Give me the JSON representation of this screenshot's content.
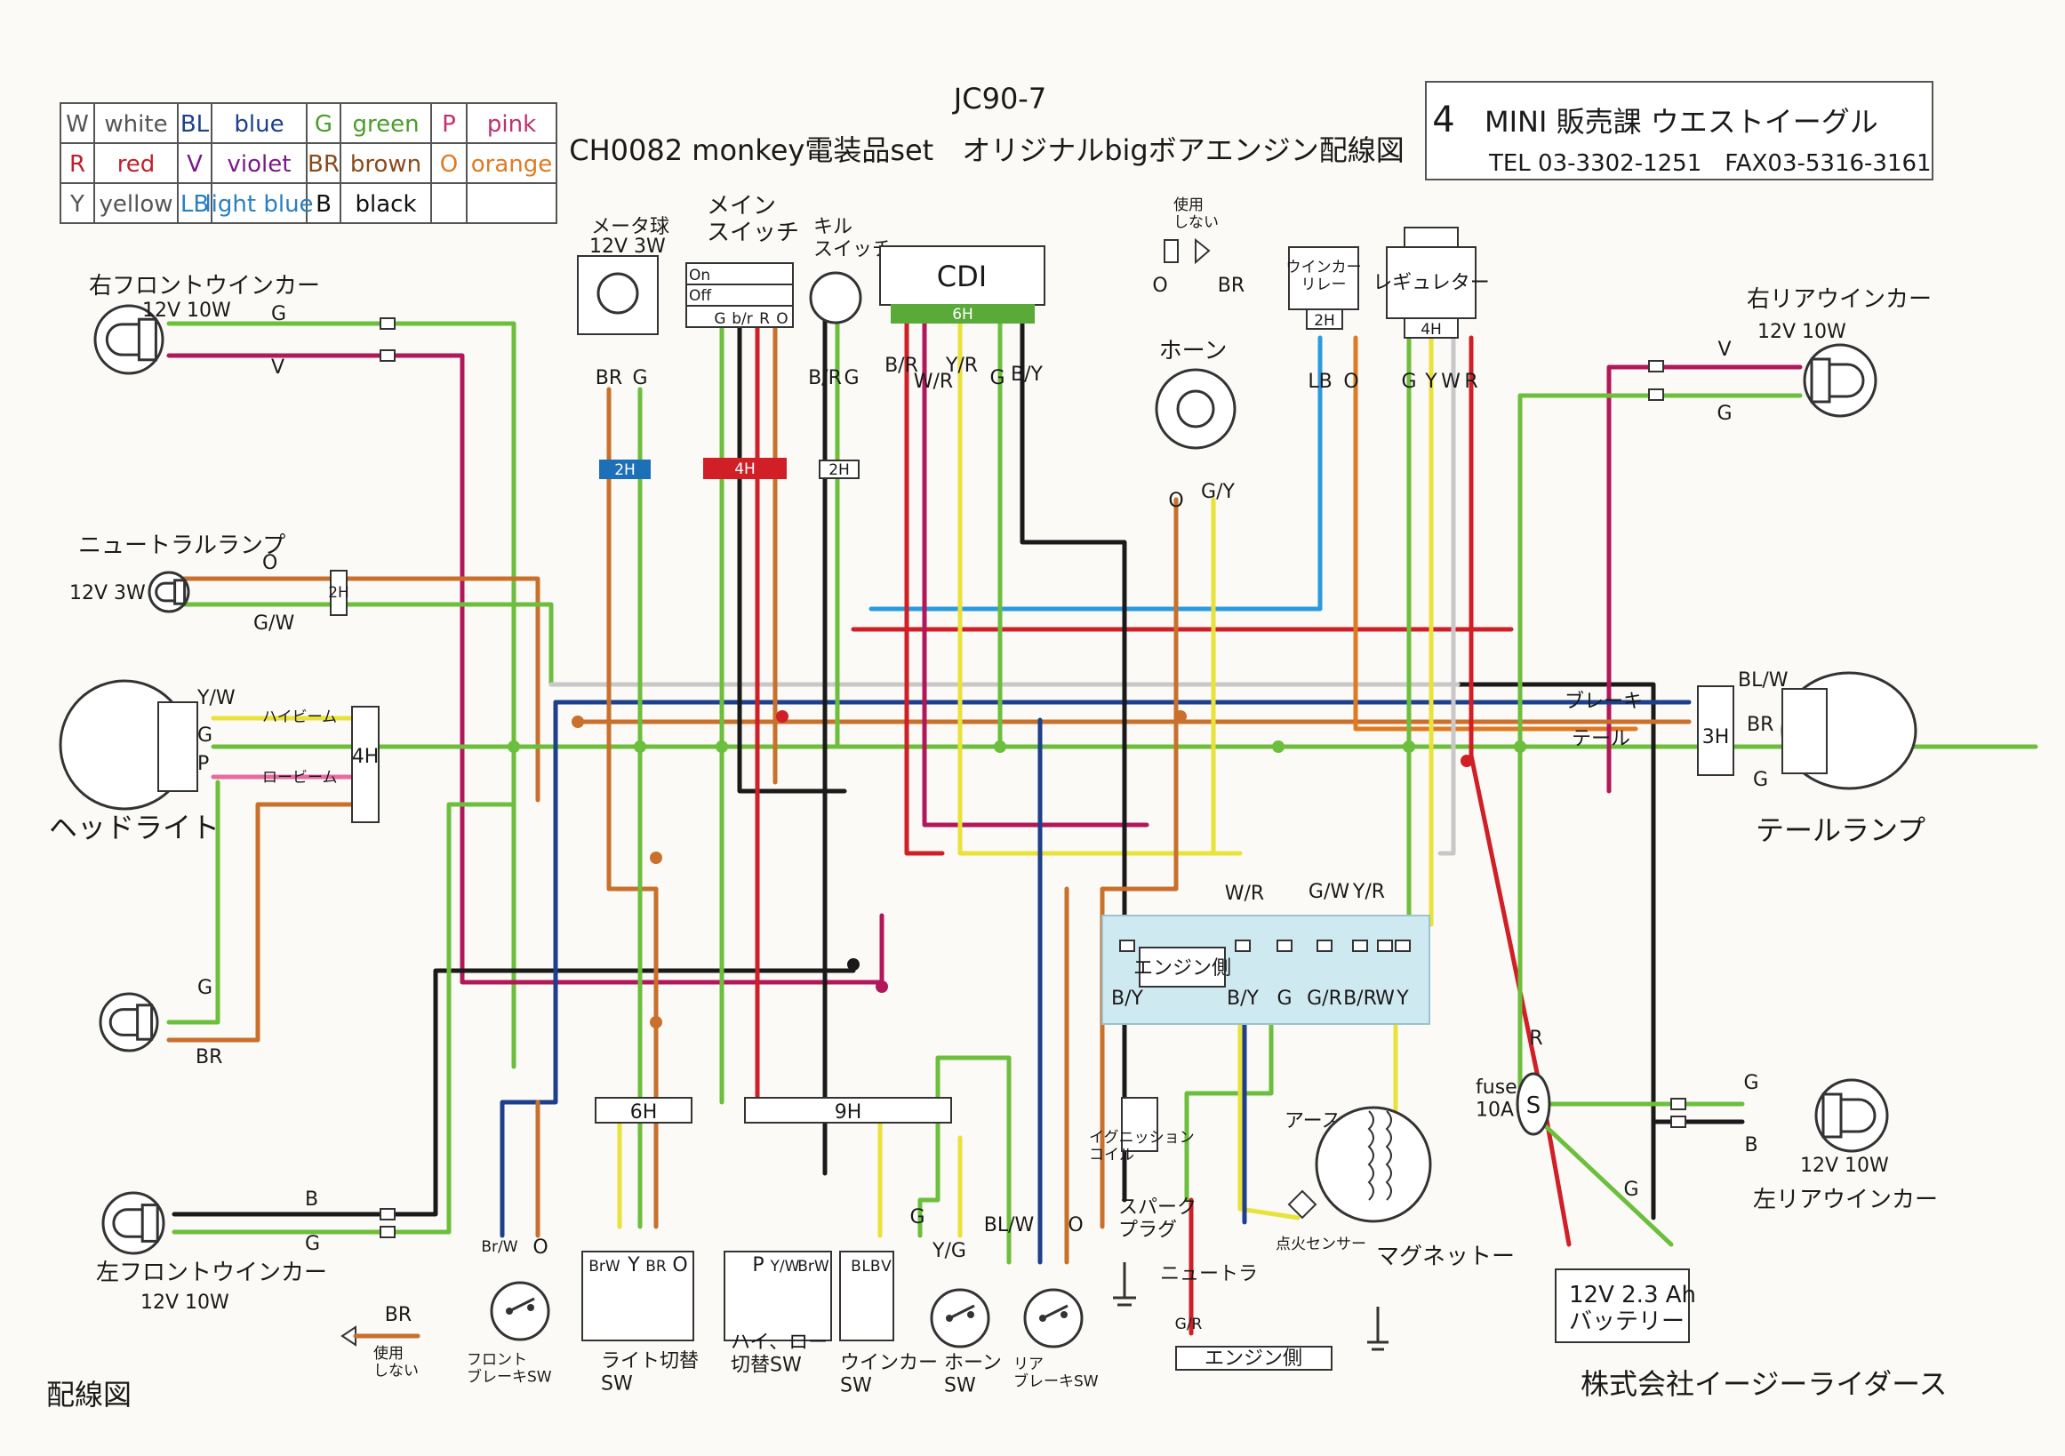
{
  "colors": {
    "green": "#6cbf3c",
    "red": "#d01f26",
    "violet": "#b0185a",
    "brown": "#c8702c",
    "orange": "#e07a22",
    "blue": "#1d3f8c",
    "light_blue": "#2b9be0",
    "black": "#1a1a1a",
    "yellow": "#e8e23a",
    "pink": "#e86aa0",
    "white": "#c8c8c8",
    "engine_panel": "#cfe9f0"
  },
  "header": {
    "model": "JC90-7",
    "title": "CH0082 monkey電装品set　オリジナルbigボアエンジン配線図",
    "company_num": "4",
    "company": "MINI 販売課 ウエストイーグル",
    "contact": "TEL 03-3302-1251　FAX03-5316-3161"
  },
  "legend": [
    [
      "W",
      "white",
      "BL",
      "blue",
      "G",
      "green",
      "P",
      "pink"
    ],
    [
      "R",
      "red",
      "V",
      "violet",
      "BR",
      "brown",
      "O",
      "orange"
    ],
    [
      "Y",
      "yellow",
      "LB",
      "light blue",
      "B",
      "black",
      "",
      ""
    ]
  ],
  "components": {
    "rf_winker": {
      "name": "右フロントウインカー",
      "spec": "12V 10W",
      "w1": "G",
      "w2": "V"
    },
    "neutral": {
      "name": "ニュートラルランプ",
      "spec": "12V 3W",
      "w1": "O",
      "w2": "G/W",
      "conn": "2H"
    },
    "headlight": {
      "name": "ヘッドライト",
      "w1": "Y/W",
      "w2": "G",
      "w3": "P",
      "hi": "ハイビーム",
      "lo": "ロービーム",
      "conn": "4H"
    },
    "lf_winker": {
      "name": "左フロントウインカー",
      "spec": "12V 10W",
      "w1": "B",
      "w2": "G"
    },
    "plain_bulb": {
      "w1": "G",
      "w2": "BR"
    },
    "meter": {
      "name": "メータ球",
      "spec": "12V 3W",
      "w1": "BR",
      "w2": "G",
      "conn": "2H"
    },
    "main_sw": {
      "name": "メイン\nスイッチ",
      "on": "On",
      "off": "Off",
      "cols": [
        "G",
        "b/r",
        "R",
        "O"
      ],
      "conn": "4H"
    },
    "kill_sw": {
      "name": "キル\nスイッチ",
      "w1": "B/R",
      "w2": "G",
      "conn": "2H"
    },
    "cdi": {
      "name": "CDI",
      "conn": "6H",
      "w": [
        "B/R",
        "W/R",
        "Y/R",
        "G",
        "B/Y"
      ]
    },
    "unused_top": {
      "name": "使用\nしない",
      "w1": "O",
      "w2": "BR"
    },
    "horn": {
      "name": "ホーン",
      "w1": "O",
      "w2": "G/Y"
    },
    "winker_relay": {
      "name": "ウインカー\nリレー",
      "conn": "2H",
      "w1": "LB",
      "w2": "O"
    },
    "regulator": {
      "name": "レギュレター",
      "conn": "4H",
      "w": [
        "G",
        "Y",
        "W",
        "R"
      ]
    },
    "rr_winker": {
      "name": "右リアウインカー",
      "spec": "12V 10W",
      "w1": "V",
      "w2": "G"
    },
    "tail": {
      "name": "テールランプ",
      "brake": "ブレーキ",
      "tail_l": "テール",
      "w1": "BL/W",
      "w2": "BR",
      "w3": "G",
      "conn": "3H"
    },
    "engine": {
      "name": "エンジン側",
      "top": [
        "W/R",
        "G/W",
        "Y/R"
      ],
      "bottom": [
        "B/Y",
        "B/Y",
        "G",
        "G/R",
        "B/R",
        "W",
        "Y"
      ]
    },
    "coil": {
      "name": "イグニッション\nコイル"
    },
    "plug": {
      "name": "スパーク\nプラグ"
    },
    "earth": "アース",
    "pulse": "点火センサー",
    "magneto": "マグネットー",
    "neutral_sw": {
      "name": "ニュートラ",
      "w": "G/R",
      "engine": "エンジン側"
    },
    "fuse": {
      "name": "fuse\n10A",
      "w": "R",
      "sym": "S"
    },
    "battery": {
      "name": "12V 2.3 Ah\nバッテリー",
      "w": "G"
    },
    "lr_winker": {
      "name": "左リアウインカー",
      "spec": "12V 10W",
      "w1": "G",
      "w2": "B"
    },
    "conn_6h": "6H",
    "conn_9h": "9H",
    "front_brake": {
      "name": "フロント\nブレーキSW",
      "w1": "Br/W",
      "w2": "O"
    },
    "light_sw": {
      "name": "ライト切替\nSW",
      "cols": [
        "BrW",
        "Y",
        "BR",
        "O"
      ]
    },
    "dimmer_sw": {
      "name": "ハイ、ロー\n切替SW",
      "cols": [
        "P",
        "Y/W",
        "BrW"
      ]
    },
    "winker_sw": {
      "name": "ウインカー\nSW",
      "cols": [
        "B",
        "LB",
        "V"
      ]
    },
    "horn_sw": {
      "name": "ホーン\nSW",
      "w1": "G",
      "w2": "Y/G"
    },
    "rear_brake": {
      "name": "リア\nブレーキSW",
      "w1": "BL/W",
      "w2": "O"
    },
    "unused_bottom": {
      "name": "使用\nしない",
      "w": "BR"
    }
  },
  "footer": {
    "left": "配線図",
    "right": "株式会社イージーライダース"
  }
}
